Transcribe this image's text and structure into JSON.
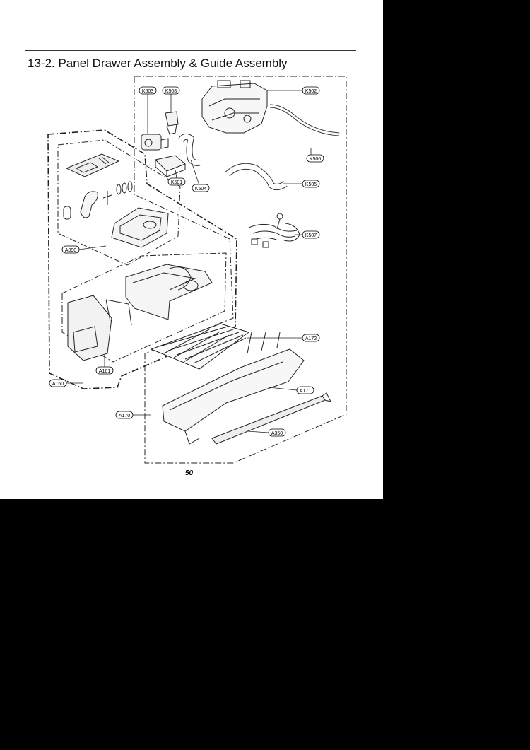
{
  "section_title": "13-2. Panel Drawer Assembly & Guide Assembly",
  "page_number": "50",
  "labels": {
    "K503": "K503",
    "K508": "K508",
    "K502": "K502",
    "K506": "K506",
    "K501": "K501",
    "K504": "K504",
    "K505": "K505",
    "K507": "K507",
    "A090": "A090",
    "A172": "A172",
    "A161": "A161",
    "A171": "A171",
    "A160": "A160",
    "A170": "A170",
    "A350": "A350"
  }
}
